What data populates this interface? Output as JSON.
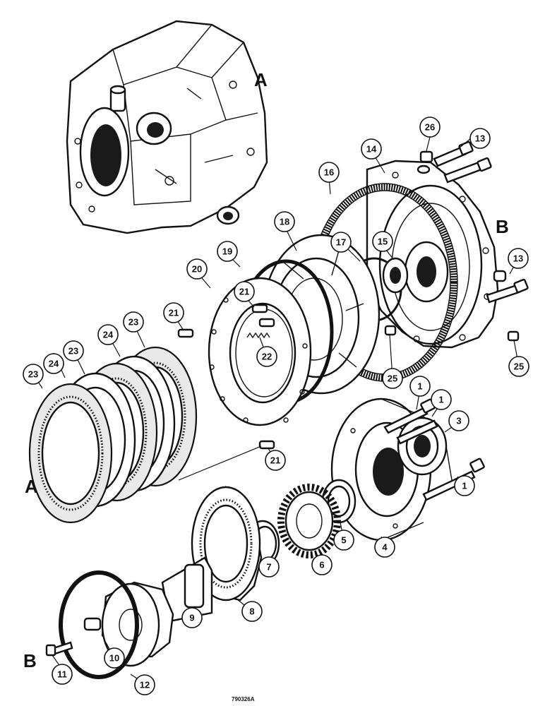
{
  "diagram": {
    "ref_letters": {
      "a_housing": "A",
      "a_discs": "A",
      "b_cover": "B",
      "b_shaft": "B"
    },
    "drawing_code": "790326A",
    "callouts": {
      "c1a": "1",
      "c1b": "1",
      "c1c": "1",
      "c3": "3",
      "c4": "4",
      "c5": "5",
      "c6": "6",
      "c7": "7",
      "c8": "8",
      "c9": "9",
      "c10": "10",
      "c11": "11",
      "c12": "12",
      "c13a": "13",
      "c13b": "13",
      "c14": "14",
      "c15": "15",
      "c16": "16",
      "c17": "17",
      "c18": "18",
      "c19": "19",
      "c20": "20",
      "c21a": "21",
      "c21b": "21",
      "c21c": "21",
      "c22": "22",
      "c23a": "23",
      "c23b": "23",
      "c23c": "23",
      "c24a": "24",
      "c24b": "24",
      "c25a": "25",
      "c25b": "25",
      "c26": "26"
    }
  }
}
